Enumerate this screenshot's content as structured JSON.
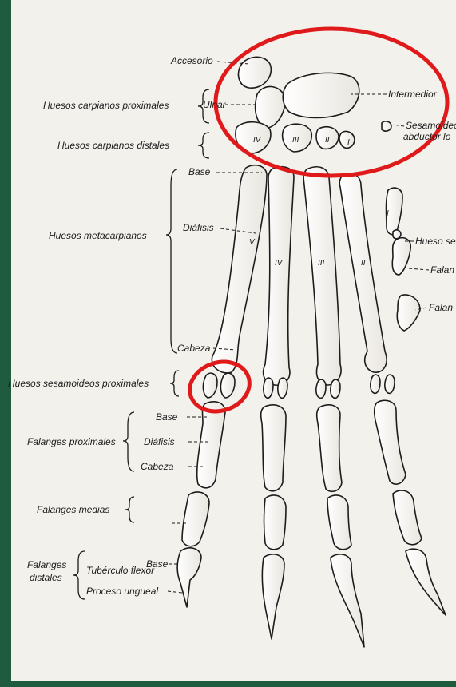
{
  "colors": {
    "frame": "#1f5b3f",
    "paper": "#f3f1ec",
    "ink": "#1c1c1c",
    "highlight": "#e01a1a"
  },
  "labels": {
    "accesorio": "Accesorio",
    "carpianos_proximales": "Huesos carpianos proximales",
    "ulnar": "Ulnar",
    "intermedio": "Intermedior",
    "sesamoideo": "Sesamoideo",
    "abductor": "abductor lo",
    "carpianos_distales": "Huesos carpianos distales",
    "base": "Base",
    "diafisis": "Diáfisis",
    "metacarpianos": "Huesos metacarpianos",
    "hueso_sesamoideo": "Hueso se",
    "falange_1": "Falan",
    "falange_2": "Falan",
    "cabeza": "Cabeza",
    "sesamoideos_proximales": "Huesos sesamoideos proximales",
    "fp_base": "Base",
    "falanges_proximales": "Falanges proximales",
    "fp_diafisis": "Diáfisis",
    "fp_cabeza": "Cabeza",
    "falanges_medias": "Falanges medias",
    "fd_base": "Base",
    "falanges": "Falanges",
    "distales": "distales",
    "tuberculo_flexor": "Tubérculo flexor",
    "proceso_ungueal": "Proceso ungueal"
  },
  "carpal_numerals": [
    "IV",
    "III",
    "II",
    "I"
  ],
  "metacarpal_numerals": [
    "V",
    "IV",
    "III",
    "II",
    "I"
  ]
}
